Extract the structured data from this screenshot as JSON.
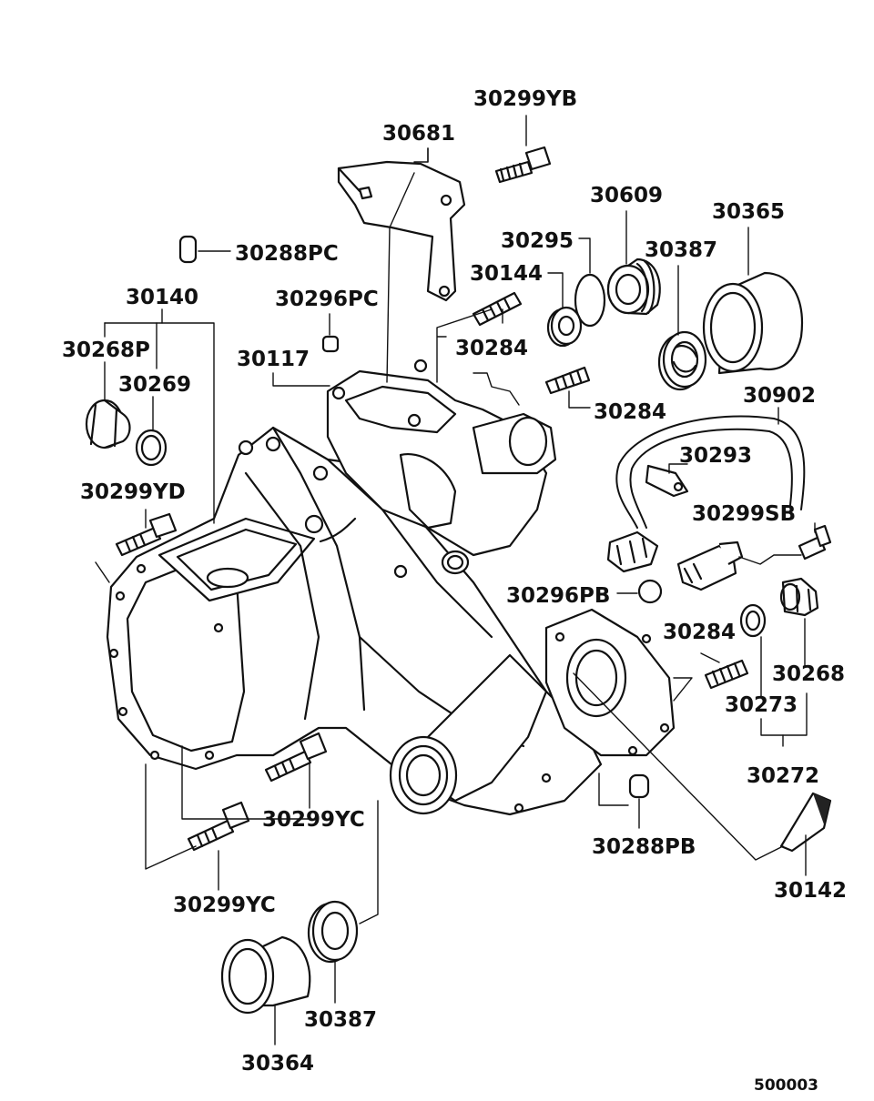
{
  "labels": [
    "30299YB",
    "30681",
    "30609",
    "30365",
    "30295",
    "30387",
    "30288PC",
    "30144",
    "30140",
    "30296PC",
    "30284",
    "30268P",
    "30117",
    "30269",
    "30284",
    "30902",
    "30293",
    "30299YD",
    "30299SB",
    "30296PB",
    "30284",
    "30268",
    "30273",
    "30272",
    "30299YC",
    "30288PB",
    "30142",
    "30299YC",
    "30387",
    "30364"
  ],
  "reference_code": "500003",
  "colors": {
    "ink": "#111111",
    "paper": "#ffffff"
  }
}
